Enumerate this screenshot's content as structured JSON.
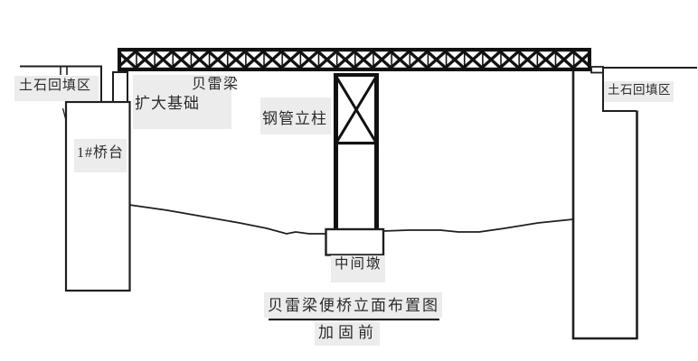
{
  "diagram": {
    "title": "贝雷梁便桥立面布置图",
    "subtitle": "加固前",
    "labels": {
      "backfill_left": "土石回填区",
      "bailey_beam": "贝雷梁",
      "spread_foundation": "扩大基础",
      "steel_pipe_column": "钢管立柱",
      "abutment_1": "1#桥台",
      "middle_pier": "中间墩",
      "backfill_right": "土石回填区"
    },
    "colors": {
      "background": "#ffffff",
      "line": "#1f1f1f",
      "truss_fill": "#111111",
      "label_background": "#ececec",
      "text": "#2b2b2b"
    }
  }
}
